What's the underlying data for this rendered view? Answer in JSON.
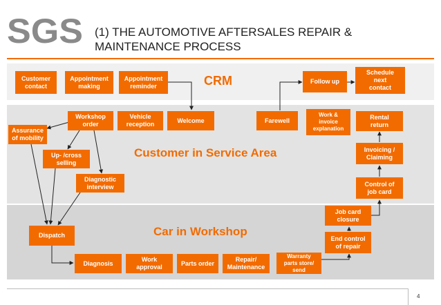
{
  "header": {
    "logo_text": "SGS",
    "title_line1": "(1) THE AUTOMOTIVE AFTERSALES REPAIR &",
    "title_line2": "MAINTENANCE PROCESS"
  },
  "areas": {
    "crm": "CRM",
    "service": "Customer in Service Area",
    "workshop": "Car in Workshop"
  },
  "steps": {
    "customer_contact": "Customer\ncontact",
    "appointment_making": "Appointment\nmaking",
    "appointment_reminder": "Appointment\nreminder",
    "follow_up": "Follow up",
    "schedule_next_contact": "Schedule\nnext\ncontact",
    "workshop_order": "Workshop\norder",
    "vehicle_reception": "Vehicle\nreception",
    "welcome": "Welcome",
    "farewell": "Farewell",
    "work_invoice_explanation": "Work &\ninvoice\nexplanation",
    "rental_return": "Rental\nreturn",
    "assurance_of_mobility": "Assurance\nof mobility",
    "up_cross_selling": "Up- /cross\nselling",
    "diagnostic_interview": "Diagnostic\ninterview",
    "invoicing_claiming": "Invoicing /\nClaiming",
    "control_of_job_card": "Control of\njob card",
    "job_card_closure": "Job card\nclosure",
    "end_control_of_repair": "End control\nof repair",
    "dispatch": "Dispatch",
    "diagnosis": "Diagnosis",
    "work_approval": "Work\napproval",
    "parts_order": "Parts order",
    "repair_maintenance": "Repair/\nMaintenance",
    "warranty_parts": "Warranty\nparts store/\nsend"
  },
  "footer": {
    "page_number": "4"
  },
  "colors": {
    "accent": "#f26b00",
    "logo_gray": "#8a8a8a"
  }
}
